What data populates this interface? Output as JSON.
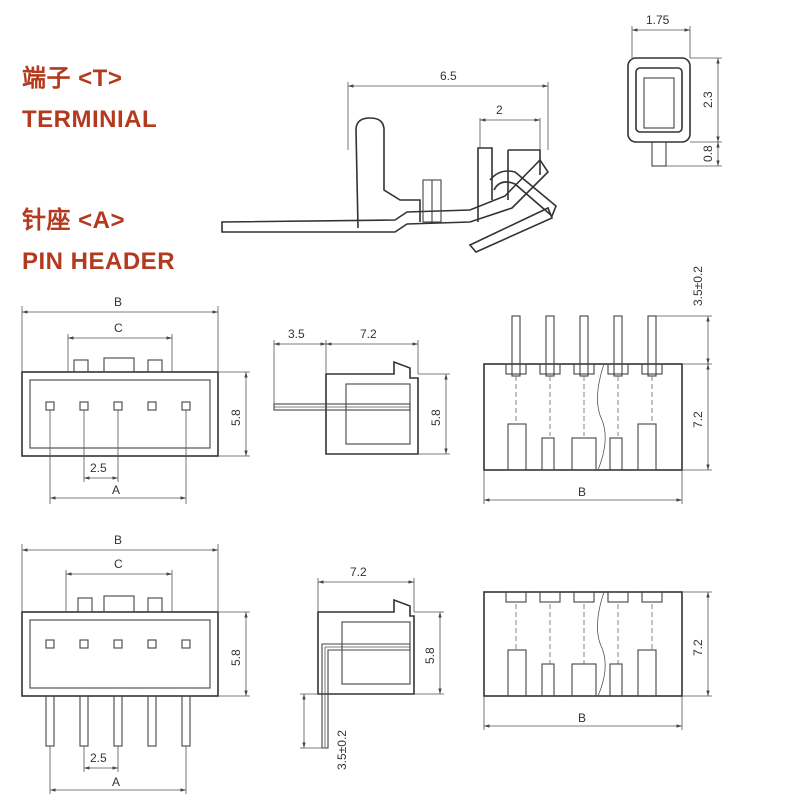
{
  "headings": {
    "terminal_cn": "端子 <T>",
    "terminal_en": "TERMINIAL",
    "header_cn": "针座 <A>",
    "header_en": "PIN HEADER"
  },
  "terminal_dims": {
    "overall_length": "6.5",
    "crimp_length": "2",
    "width": "1.75",
    "height": "2.3",
    "tail": "0.8"
  },
  "straight_header_dims": {
    "overall": "B",
    "housing_span": "C",
    "pin_span": "A",
    "pitch": "2.5",
    "height": "5.8",
    "pin_protrusion": "3.5",
    "depth": "7.2",
    "side_height": "5.8",
    "pin_length": "3.5±0.2",
    "rear_height": "7.2",
    "rear_width": "B"
  },
  "right_angle_header_dims": {
    "overall": "B",
    "housing_span": "C",
    "pin_span": "A",
    "pitch": "2.5",
    "height": "5.8",
    "depth": "7.2",
    "side_height": "5.8",
    "pin_length": "3.5±0.2",
    "rear_height": "7.2",
    "rear_width": "B"
  },
  "colors": {
    "heading": "#b33a1e",
    "line": "#444444",
    "hatch": "#888888"
  }
}
